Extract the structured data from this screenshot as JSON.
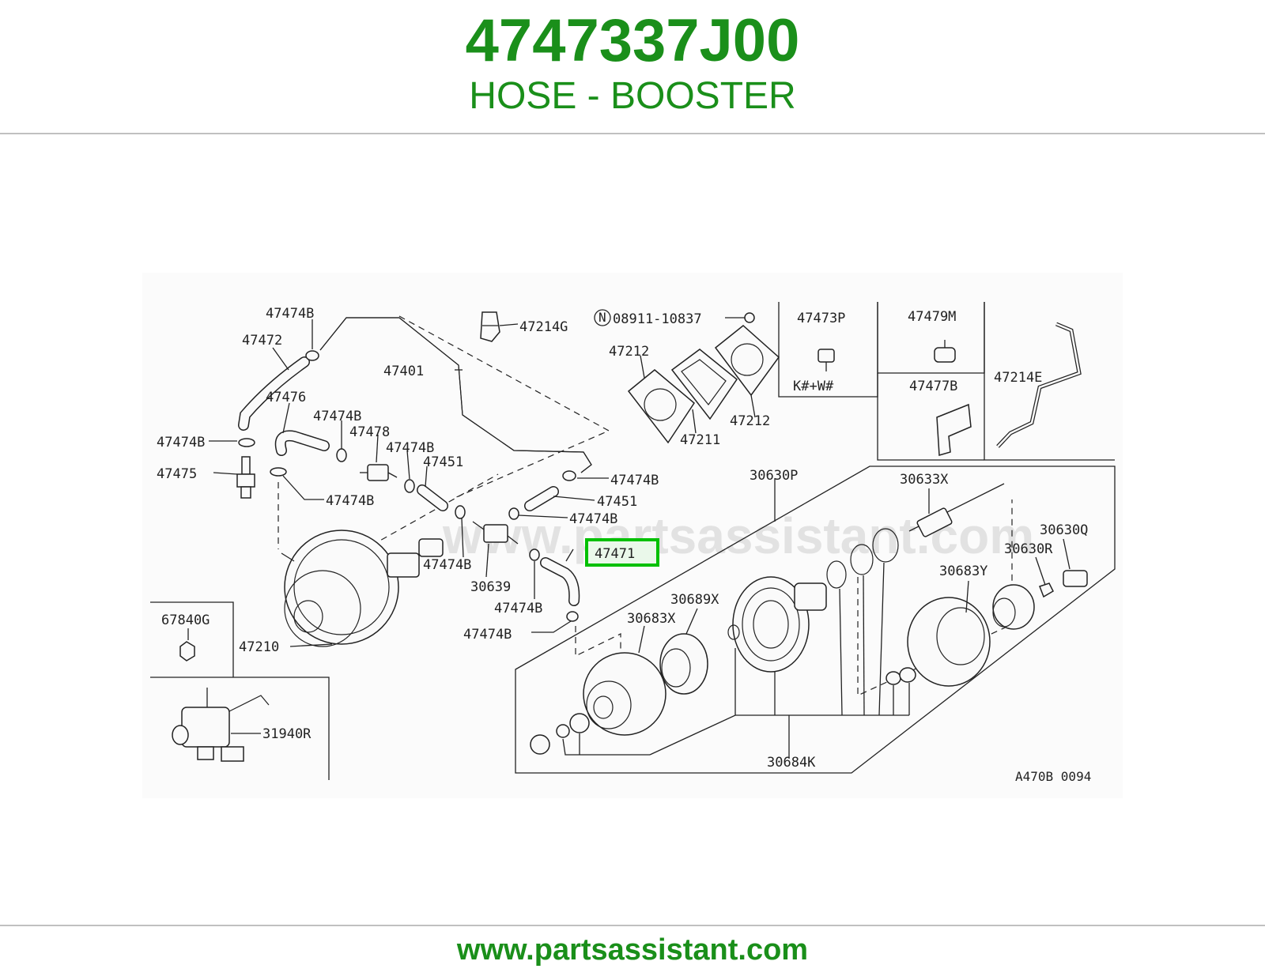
{
  "header": {
    "part_number": "4747337J00",
    "part_name": "HOSE - BOOSTER"
  },
  "footer": {
    "url": "www.partsassistant.com"
  },
  "watermark": "www.partsassistant.com",
  "highlight_color": "#00c000",
  "brand_color": "#1a8f1a",
  "diagram": {
    "reference_code": "A470B 0094",
    "highlighted_label": "47471",
    "labels": {
      "l47474B_a": "47474B",
      "l47472": "47472",
      "l47214G": "47214G",
      "lN": "N",
      "l08911": "08911-10837",
      "l47473P": "47473P",
      "l47479M": "47479M",
      "lKW": "K#+W#",
      "l47477B": "47477B",
      "l47214E": "47214E",
      "l47212_a": "47212",
      "l47401": "47401",
      "l47476": "47476",
      "l47474B_b": "47474B",
      "l47478": "47478",
      "l47474B_c": "47474B",
      "l47474B_d": "47474B",
      "l47451_a": "47451",
      "l47475": "47475",
      "l47474B_e": "47474B",
      "l47211": "47211",
      "l47212_b": "47212",
      "l47474B_f": "47474B",
      "l47451_b": "47451",
      "l47474B_g": "47474B",
      "l30630P": "30630P",
      "l30633X": "30633X",
      "l30630Q": "30630Q",
      "l30630R": "30630R",
      "l47474B_h": "47474B",
      "l30639": "30639",
      "l47474B_i": "47474B",
      "l47474B_j": "47474B",
      "l30683Y": "30683Y",
      "l30689X": "30689X",
      "l30683X": "30683X",
      "l67840G": "67840G",
      "l47210": "47210",
      "l31940R": "31940R",
      "l30684K": "30684K"
    }
  }
}
